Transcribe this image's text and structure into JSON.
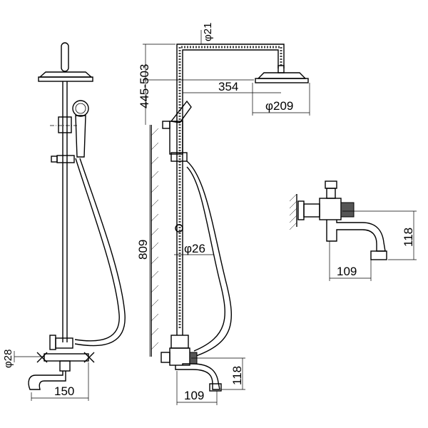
{
  "drawing": {
    "front_view": {
      "dim_width": "150",
      "dim_diameter": "φ28"
    },
    "side_view": {
      "dim_top_pipe": "φ21",
      "dim_height_range": "445-503",
      "dim_arm": "354",
      "dim_head": "φ209",
      "dim_column": "809",
      "dim_column_diameter": "φ26",
      "dim_spout_length": "109",
      "dim_spout_height": "118"
    },
    "detail_view": {
      "dim_spout_length": "109",
      "dim_spout_height": "118"
    }
  }
}
